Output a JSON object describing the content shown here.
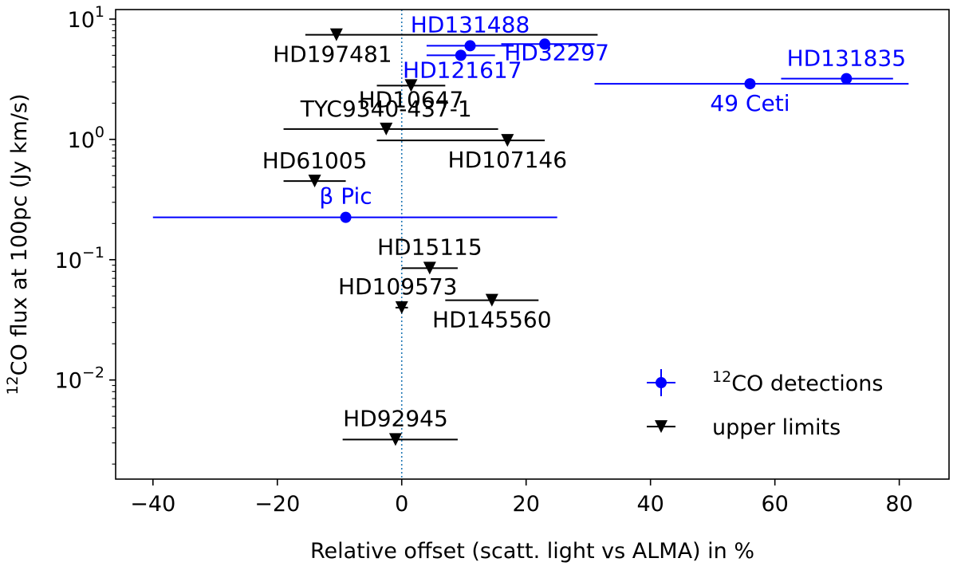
{
  "chart_data": {
    "type": "scatter",
    "xlabel": "Relative offset (scatt. light vs ALMA) in %",
    "ylabel": "¹²CO flux at 100pc (Jy km/s)",
    "xlim": [
      -46,
      88
    ],
    "ylim": [
      0.0015,
      12
    ],
    "y_scale": "log",
    "grid": false,
    "x_ticks": [
      {
        "value": -40,
        "label": "−40"
      },
      {
        "value": -20,
        "label": "−20"
      },
      {
        "value": 0,
        "label": "0"
      },
      {
        "value": 20,
        "label": "20"
      },
      {
        "value": 40,
        "label": "40"
      },
      {
        "value": 60,
        "label": "60"
      },
      {
        "value": 80,
        "label": "80"
      }
    ],
    "y_ticks": [
      {
        "value": 10,
        "base": "10",
        "exp": "1"
      },
      {
        "value": 1,
        "base": "10",
        "exp": "0"
      },
      {
        "value": 0.1,
        "base": "10",
        "exp": "−1"
      },
      {
        "value": 0.01,
        "base": "10",
        "exp": "−2"
      }
    ],
    "reference_line": {
      "x": 0,
      "style": "dotted",
      "color": "#1f77b4"
    },
    "legend": {
      "position": "bottom-right",
      "entries": [
        {
          "label_sup": "12",
          "label": "CO detections",
          "marker": "circle",
          "color": "#0000ff"
        },
        {
          "label": "upper limits",
          "marker": "triangle-down",
          "color": "#000000"
        }
      ]
    },
    "series": [
      {
        "marker": "circle",
        "color": "#0000ff",
        "points": [
          {
            "name": "HD131488",
            "x": 11,
            "y": 6.0,
            "xmin": 4,
            "xmax": 18
          },
          {
            "name": "HD32297",
            "x": 23,
            "y": 6.2,
            "xmin": 16,
            "xmax": 31
          },
          {
            "name": "HD121617",
            "x": 9.5,
            "y": 5.0,
            "xmin": 4,
            "xmax": 15
          },
          {
            "name": "HD131835",
            "x": 71.5,
            "y": 3.2,
            "xmin": 61,
            "xmax": 79
          },
          {
            "name": "49 Ceti",
            "x": 56,
            "y": 2.9,
            "xmin": 31,
            "xmax": 81.5
          },
          {
            "name": "β Pic",
            "x": -9,
            "y": 0.225,
            "xmin": -40,
            "xmax": 25
          }
        ]
      },
      {
        "marker": "triangle-down",
        "color": "#000000",
        "points": [
          {
            "name": "HD197481",
            "x": -10.5,
            "y": 7.4,
            "xmin": -15.5,
            "xmax": 31.5
          },
          {
            "name": "HD10647",
            "x": 1.5,
            "y": 2.8,
            "xmin": -4,
            "xmax": 7
          },
          {
            "name": "TYC9340-437-1",
            "x": -2.5,
            "y": 1.22,
            "xmin": -19,
            "xmax": 15.5
          },
          {
            "name": "HD107146",
            "x": 17,
            "y": 0.98,
            "xmin": -4,
            "xmax": 23
          },
          {
            "name": "HD61005",
            "x": -14,
            "y": 0.45,
            "xmin": -19,
            "xmax": -9
          },
          {
            "name": "HD15115",
            "x": 4.5,
            "y": 0.085,
            "xmin": 0,
            "xmax": 9
          },
          {
            "name": "HD145560",
            "x": 14.5,
            "y": 0.046,
            "xmin": 7,
            "xmax": 22
          },
          {
            "name": "HD109573",
            "x": 0,
            "y": 0.04,
            "xmin": -1,
            "xmax": 1
          },
          {
            "name": "HD92945",
            "x": -1,
            "y": 0.0032,
            "xmin": -9.5,
            "xmax": 9
          }
        ]
      }
    ]
  }
}
